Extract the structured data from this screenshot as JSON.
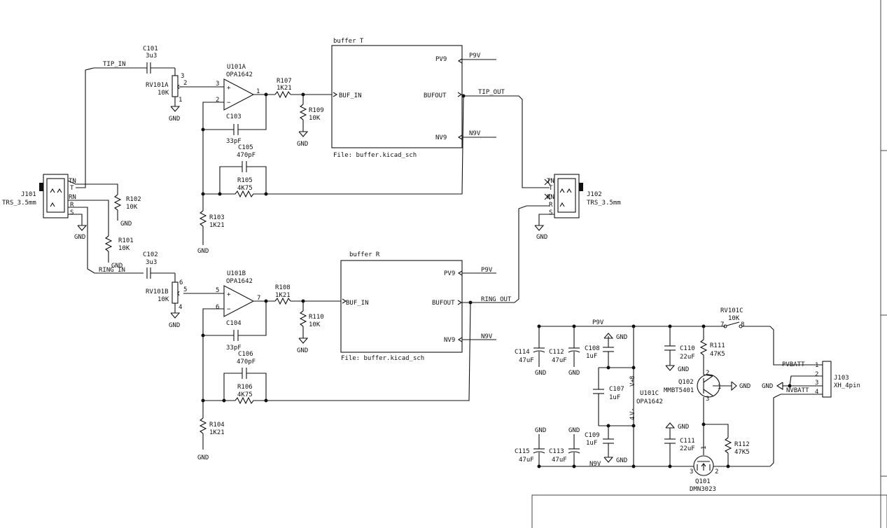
{
  "sheets": {
    "t": {
      "title": "buffer T",
      "file": "File: buffer.kicad_sch",
      "pv9": "PV9",
      "buf_in": "BUF_IN",
      "bufout": "BUFOUT",
      "nv9": "NV9"
    },
    "r": {
      "title": "buffer R",
      "file": "File: buffer.kicad_sch",
      "pv9": "PV9",
      "buf_in": "BUF_IN",
      "bufout": "BUFOUT",
      "nv9": "NV9"
    }
  },
  "nets": {
    "tip_in": "TIP_IN",
    "ring_in": "RING_IN",
    "tip_out": "TIP_OUT",
    "ring_out": "RING_OUT",
    "p9v": "P9V",
    "n9v": "N9V",
    "gnd": "GND",
    "pvbatt": "PVBATT",
    "nvbatt": "NVBATT"
  },
  "jacks": {
    "j101": {
      "ref": "J101",
      "value": "TRS_3.5mm",
      "pins": [
        "TN",
        "T",
        "RN",
        "R",
        "S"
      ]
    },
    "j102": {
      "ref": "J102",
      "value": "TRS_3.5mm",
      "pins": [
        "TN",
        "T",
        "RN",
        "R",
        "S"
      ]
    },
    "j103": {
      "ref": "J103",
      "value": "XH_4pin",
      "pins": [
        "1",
        "2",
        "3",
        "4"
      ]
    }
  },
  "caps": {
    "c101": {
      "ref": "C101",
      "value": "3u3"
    },
    "c102": {
      "ref": "C102",
      "value": "3u3"
    },
    "c103": {
      "ref": "C103",
      "value": "33pF"
    },
    "c104": {
      "ref": "C104",
      "value": "33pF"
    },
    "c105": {
      "ref": "C105",
      "value": "470pF"
    },
    "c106": {
      "ref": "C106",
      "value": "470pF"
    },
    "c107": {
      "ref": "C107",
      "value": "1uF"
    },
    "c108": {
      "ref": "C108",
      "value": "1uF"
    },
    "c109": {
      "ref": "C109",
      "value": "1uF"
    },
    "c110": {
      "ref": "C110",
      "value": "22uF"
    },
    "c111": {
      "ref": "C111",
      "value": "22uF"
    },
    "c112": {
      "ref": "C112",
      "value": "47uF"
    },
    "c113": {
      "ref": "C113",
      "value": "47uF"
    },
    "c114": {
      "ref": "C114",
      "value": "47uF"
    },
    "c115": {
      "ref": "C115",
      "value": "47uF"
    }
  },
  "resistors": {
    "r101": {
      "ref": "R101",
      "value": "10K"
    },
    "r102": {
      "ref": "R102",
      "value": "10K"
    },
    "r103": {
      "ref": "R103",
      "value": "1K21"
    },
    "r104": {
      "ref": "R104",
      "value": "1K21"
    },
    "r105": {
      "ref": "R105",
      "value": "4K75"
    },
    "r106": {
      "ref": "R106",
      "value": "4K75"
    },
    "r107": {
      "ref": "R107",
      "value": "1K21"
    },
    "r108": {
      "ref": "R108",
      "value": "1K21"
    },
    "r109": {
      "ref": "R109",
      "value": "10K"
    },
    "r110": {
      "ref": "R110",
      "value": "10K"
    },
    "r111": {
      "ref": "R111",
      "value": "47K5"
    },
    "r112": {
      "ref": "R112",
      "value": "47K5"
    }
  },
  "pots": {
    "rv101a": {
      "ref": "RV101A",
      "value": "10K",
      "pins": [
        "3",
        "2",
        "1"
      ]
    },
    "rv101b": {
      "ref": "RV101B",
      "value": "10K",
      "pins": [
        "6",
        "5",
        "4"
      ]
    },
    "rv101c": {
      "ref": "RV101C",
      "value": "10K",
      "pins": [
        "7",
        "8"
      ]
    }
  },
  "opamps": {
    "u101a": {
      "ref": "U101A",
      "value": "OPA1642",
      "pins": [
        "3",
        "2",
        "1"
      ]
    },
    "u101b": {
      "ref": "U101B",
      "value": "OPA1642",
      "pins": [
        "5",
        "6",
        "7"
      ]
    },
    "u101c": {
      "ref": "U101C",
      "value": "OPA1642",
      "vplus": "V+",
      "vminus": "V-",
      "pin8": "8",
      "pin4": "4"
    }
  },
  "transistors": {
    "q101": {
      "ref": "Q101",
      "value": "DMN3023",
      "pins": [
        "1",
        "2",
        "3"
      ]
    },
    "q102": {
      "ref": "Q102",
      "value": "MMBT5401",
      "pins": [
        "1",
        "2",
        "3"
      ]
    }
  },
  "signs": {
    "plus": "+",
    "minus": "−"
  }
}
